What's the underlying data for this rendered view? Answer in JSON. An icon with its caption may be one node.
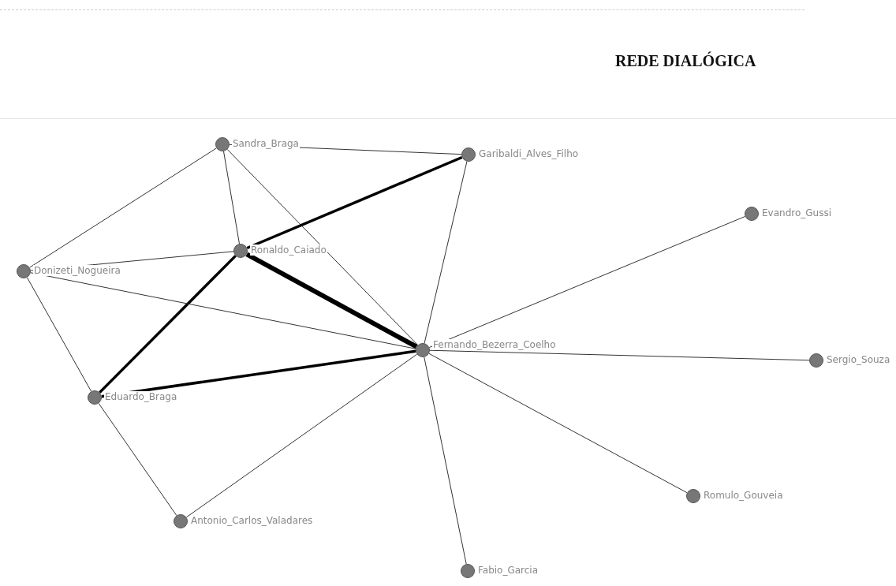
{
  "diagram": {
    "title": "REDE DIALÓGICA",
    "nodes": [
      {
        "text": [],
        "shape": "circle",
        "beside": [
          "Sandra_Braga"
        ]
      },
      {
        "text": [],
        "shape": "circle",
        "beside": [
          "Garibaldi_Alves_Filho"
        ]
      },
      {
        "text": [],
        "shape": "circle",
        "beside": [
          "Evandro_Gussi"
        ]
      },
      {
        "text": [],
        "shape": "circle",
        "beside": [
          "Ronaldo_Caiado"
        ]
      },
      {
        "text": [],
        "shape": "circle",
        "beside": [
          "Donizeti_Nogueira"
        ]
      },
      {
        "text": [],
        "shape": "circle",
        "beside": [
          "Fernando_Bezerra_Coelho"
        ]
      },
      {
        "text": [],
        "shape": "circle",
        "beside": [
          "Sergio_Souza"
        ]
      },
      {
        "text": [],
        "shape": "circle",
        "beside": [
          "Eduardo_Braga"
        ]
      },
      {
        "text": [],
        "shape": "circle",
        "beside": [
          "Romulo_Gouveia"
        ]
      },
      {
        "text": [],
        "shape": "circle",
        "beside": [
          "Antonio_Carlos_Valadares"
        ]
      },
      {
        "text": [],
        "shape": "circle",
        "beside": [
          "Fabio_Garcia"
        ]
      }
    ],
    "edges": [
      {
        "from": 0,
        "to": 1,
        "arrow": "none"
      },
      {
        "from": 0,
        "to": 4,
        "arrow": "none"
      },
      {
        "from": 0,
        "to": 3,
        "arrow": "none"
      },
      {
        "from": 0,
        "to": 5,
        "arrow": "none"
      },
      {
        "from": 1,
        "to": 3,
        "arrow": "none",
        "style": "thick"
      },
      {
        "from": 1,
        "to": 5,
        "arrow": "none"
      },
      {
        "from": 2,
        "to": 5,
        "arrow": "none"
      },
      {
        "from": 3,
        "to": 4,
        "arrow": "none"
      },
      {
        "from": 3,
        "to": 5,
        "arrow": "none",
        "style": "thick"
      },
      {
        "from": 3,
        "to": 7,
        "arrow": "none",
        "style": "thick"
      },
      {
        "from": 4,
        "to": 5,
        "arrow": "none"
      },
      {
        "from": 4,
        "to": 7,
        "arrow": "none"
      },
      {
        "from": 5,
        "to": 7,
        "arrow": "none",
        "style": "thick"
      },
      {
        "from": 5,
        "to": 6,
        "arrow": "none"
      },
      {
        "from": 5,
        "to": 9,
        "arrow": "none"
      },
      {
        "from": 5,
        "to": 8,
        "arrow": "none"
      },
      {
        "from": 5,
        "to": 10,
        "arrow": "none"
      },
      {
        "from": 7,
        "to": 9,
        "arrow": "none"
      }
    ]
  }
}
